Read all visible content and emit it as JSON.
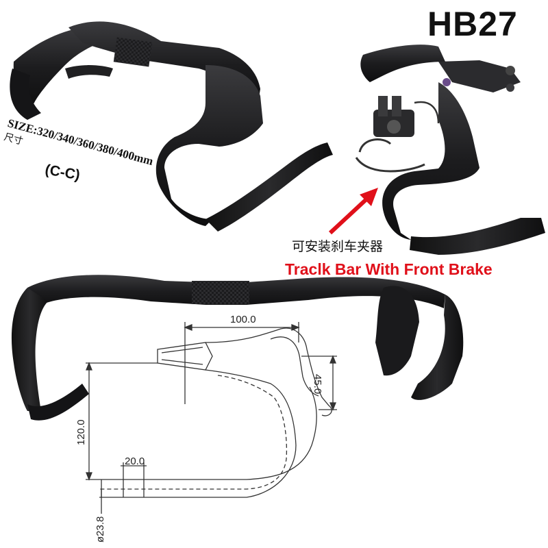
{
  "product": {
    "model": "HB27",
    "size_line": "SIZE:320/340/360/380/400mm",
    "size_cn": "尺寸",
    "cc_note": "(C-C)",
    "brake_cn": "可安装刹车夹器",
    "brake_en": "Traclk Bar With Front Brake"
  },
  "drawing": {
    "reach": "100.0",
    "offset": "45.0",
    "drop": "120.0",
    "flat": "20.0",
    "clamp": "ø23.8"
  },
  "colors": {
    "brake_text": "#e0101a",
    "arrow": "#e0101a",
    "carbon": "#1d1d1f",
    "drawing_line": "#333333"
  }
}
